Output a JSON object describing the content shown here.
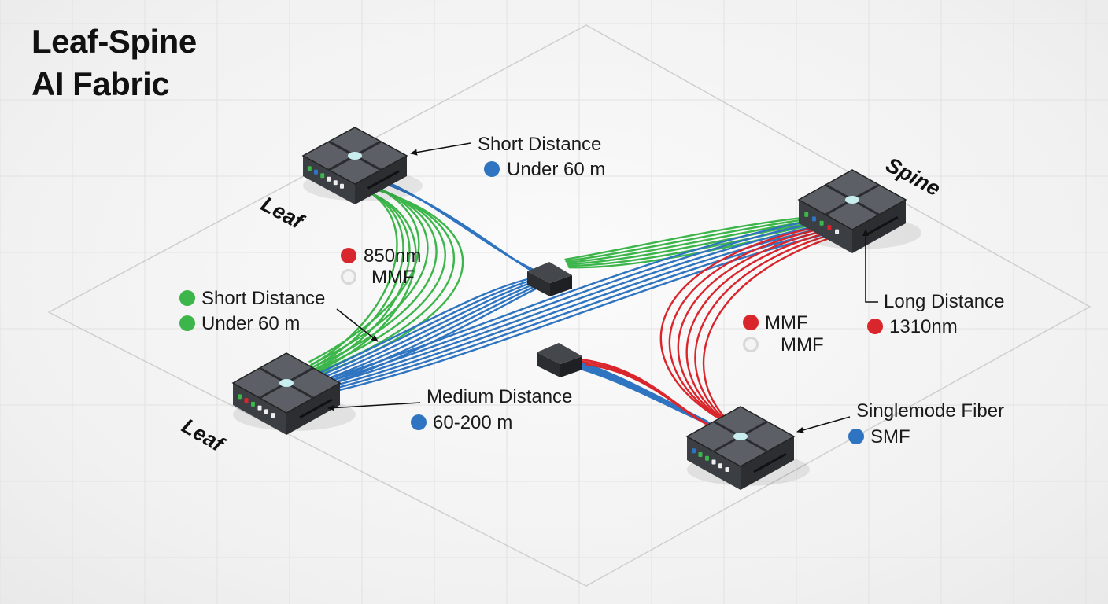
{
  "title": {
    "line1": "Leaf-Spine",
    "line2": "AI Fabric"
  },
  "colors": {
    "green": "#3cb54a",
    "blue": "#2f74c0",
    "red": "#d9262c",
    "hollow": "#d8d8d8",
    "switch_body": "#4a4d52",
    "switch_top": "#5c6066"
  },
  "devices": {
    "leaf_top": "Leaf",
    "leaf_bottom": "Leaf",
    "spine": "Spine"
  },
  "callouts": {
    "top_short": {
      "line1": "Short Distance",
      "line2": "Under 60 m"
    },
    "wavelength": {
      "line1": "850nm",
      "line2": "MMF"
    },
    "left_short": {
      "line1": "Short Distance",
      "line2": "Under 60 m"
    },
    "medium": {
      "line1": "Medium Distance",
      "line2": "60-200 m"
    },
    "mmf_pair": {
      "line1": "MMF",
      "line2": "MMF"
    },
    "long": {
      "line1": "Long Distance",
      "line2": "1310nm"
    },
    "singlemode": {
      "line1": "Singlemode Fiber",
      "line2": "SMF"
    }
  }
}
